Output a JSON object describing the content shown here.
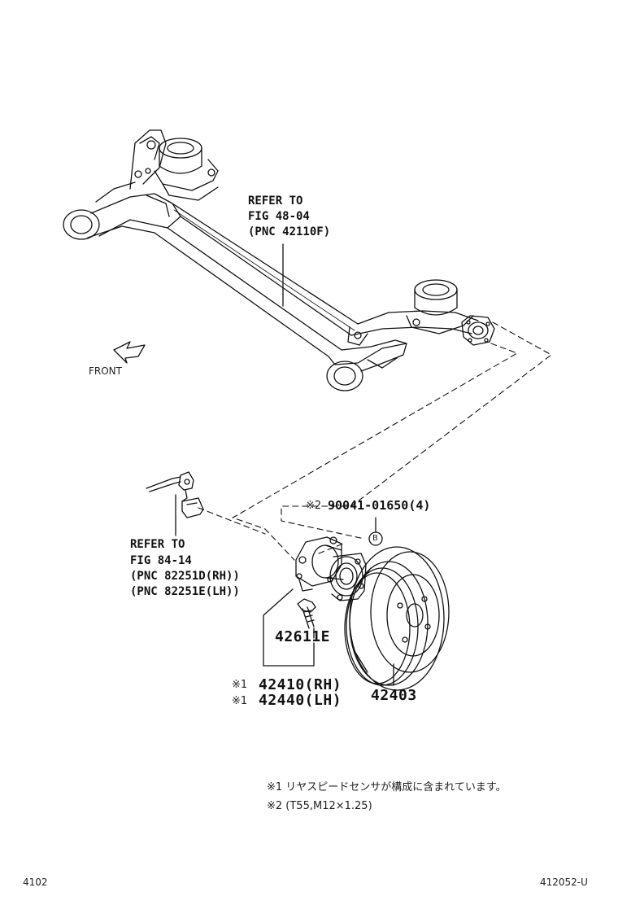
{
  "refer_axle": {
    "line1": "REFER TO",
    "line2": "FIG 48-04",
    "line3": "(PNC 42110F)"
  },
  "front_label": "FRONT",
  "refer_sensor": {
    "line1": "REFER TO",
    "line2": "FIG 84-14",
    "line3": "(PNC 82251D(RH))",
    "line4": "(PNC 82251E(LH))"
  },
  "bolt_callout": {
    "mark": "※2",
    "part": "90041-01650(4)",
    "ref_letter": "B"
  },
  "stud_part": "42611E",
  "hub_parts": {
    "rh_mark": "※1",
    "rh_part": "42410(RH)",
    "lh_mark": "※1",
    "lh_part": "42440(LH)"
  },
  "drum_part": "42403",
  "notes": {
    "note1": "※1 リヤスピードセンサが構成に含まれています。",
    "note2": "※2 (T55,M12×1.25)"
  },
  "footer": {
    "left": "4102",
    "right": "412052-U"
  },
  "colors": {
    "ink": "#111111",
    "background": "#ffffff"
  }
}
